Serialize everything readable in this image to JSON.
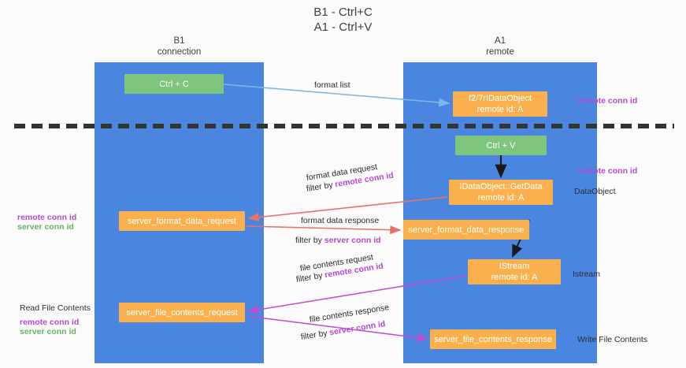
{
  "title": "B1 - Ctrl+C\nA1 - Ctrl+V",
  "columns": {
    "left": {
      "header": "B1\nconnection"
    },
    "right": {
      "header": "A1\nremote"
    }
  },
  "nodes": {
    "ctrl_c": "Ctrl + C",
    "idataobject": "f2/7rIDataObject\nremote id: A",
    "ctrl_v": "Ctrl + V",
    "getdata": "IDataObject::GetData\nremote id: A",
    "server_format_data_request": "server_format_data_request",
    "server_format_data_response": "server_format_data_response",
    "istream": "IStream\nremote id: A",
    "server_file_contents_request": "server_file_contents_request",
    "server_file_contents_response": "server_file_contents_response"
  },
  "edge_labels": {
    "format_list": "format list",
    "format_data_request": "format data request",
    "format_data_request_filter_prefix": "filter by ",
    "format_data_request_filter_key": "remote conn id",
    "format_data_response": "format data response",
    "format_data_response_filter_prefix": "filter by ",
    "format_data_response_filter_key": "server conn id",
    "file_contents_request": "file contents request",
    "file_contents_request_filter_prefix": "filter by ",
    "file_contents_request_filter_key": "remote conn id",
    "file_contents_response": "file contents response",
    "file_contents_response_filter_prefix": "filter by ",
    "file_contents_response_filter_key": "server conn id"
  },
  "right_labels": {
    "remote_conn_id_top": "remote conn id",
    "remote_conn_id_mid": "remote conn id",
    "dataobject": "DataObject",
    "istream": "Istream",
    "write_file_contents": "Write File Contents"
  },
  "left_labels": {
    "remote_conn_id": "remote conn id",
    "server_conn_id": "server conn id",
    "read_file_contents": "Read File Contents",
    "remote_conn_id_2": "remote conn id",
    "server_conn_id_2": "server conn id"
  },
  "colors": {
    "column_blue": "#4a86e0",
    "node_green": "#7fc47f",
    "node_orange": "#fbb04e",
    "accent_purple": "#b44ad0",
    "accent_green": "#67b267",
    "arrow_blue": "#7eb6e8",
    "arrow_red": "#e8726a",
    "arrow_magenta": "#c24bd0",
    "arrow_black": "#1a1a1a"
  }
}
